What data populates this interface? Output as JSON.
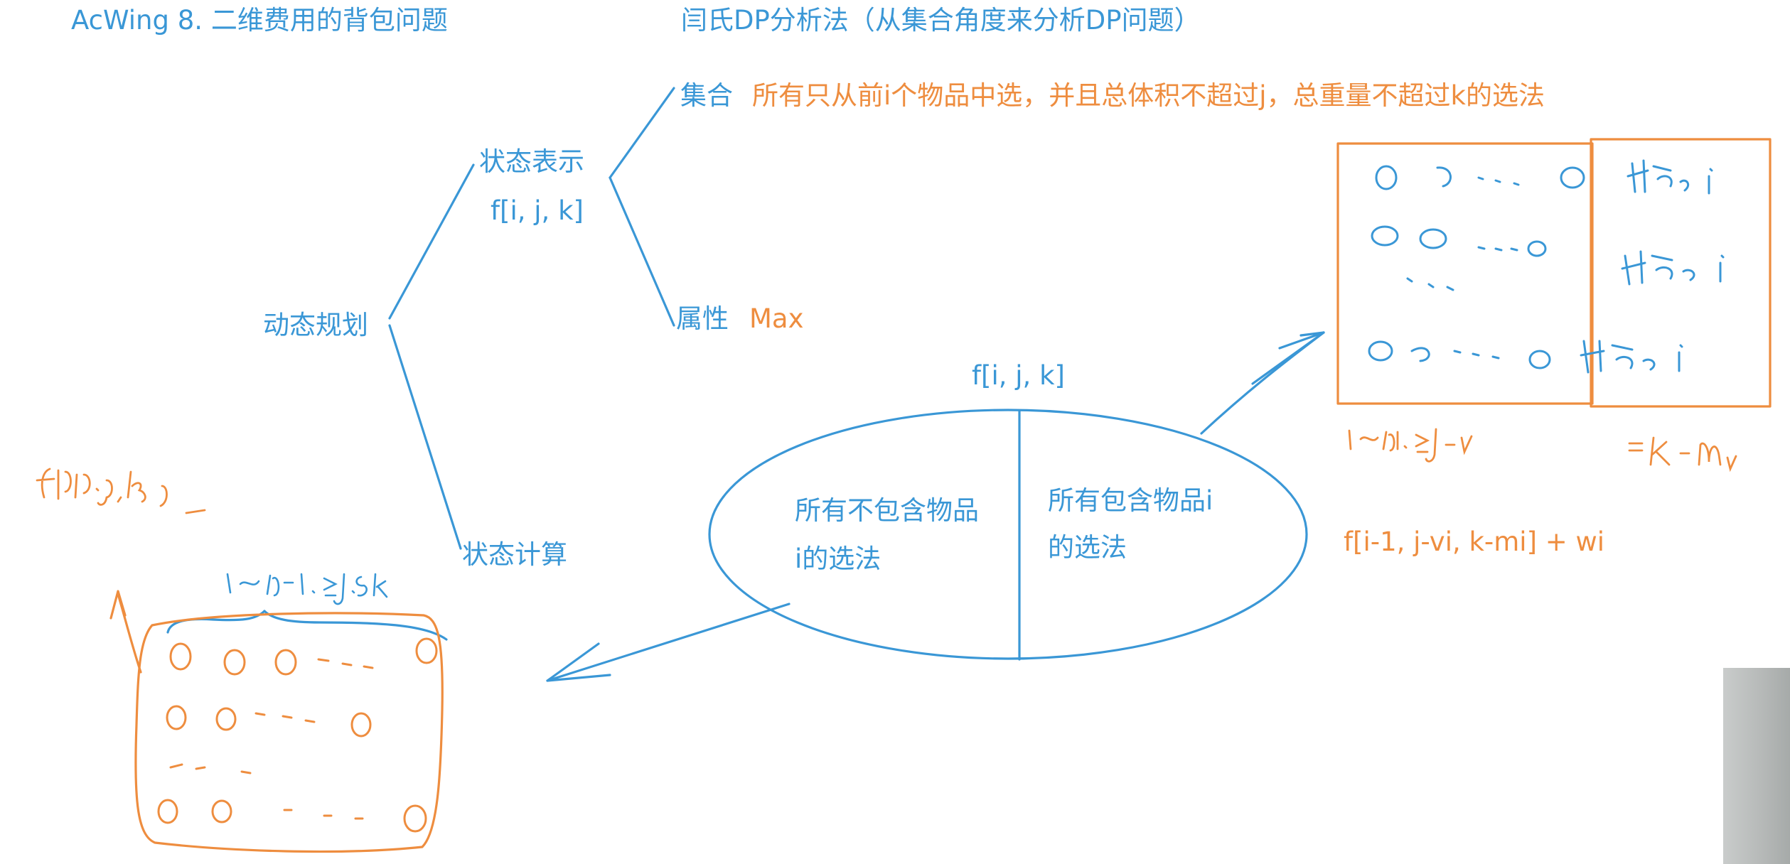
{
  "header": {
    "title": "AcWing 8. 二维费用的背包问题",
    "method_title": "闫氏DP分析法（从集合角度来分析DP问题）"
  },
  "tree": {
    "root": "动态规划",
    "state_repr": {
      "label": "状态表示",
      "expr": "f[i, j, k]"
    },
    "set": {
      "label": "集合",
      "desc": "所有只从前i个物品中选，并且总体积不超过j，总重量不超过k的选法"
    },
    "attribute": {
      "label": "属性",
      "value": "Max"
    },
    "state_calc": {
      "label": "状态计算"
    }
  },
  "ellipse": {
    "label": "f[i, j, k]",
    "left_line1": "所有不包含物品",
    "left_line2": "i的选法",
    "right_line1": "所有包含物品i",
    "right_line2": "的选法"
  },
  "formula": "f[i-1, j-vi, k-mi] + wi",
  "colors": {
    "blue": "#3a97d6",
    "orange": "#ee8d3f"
  }
}
